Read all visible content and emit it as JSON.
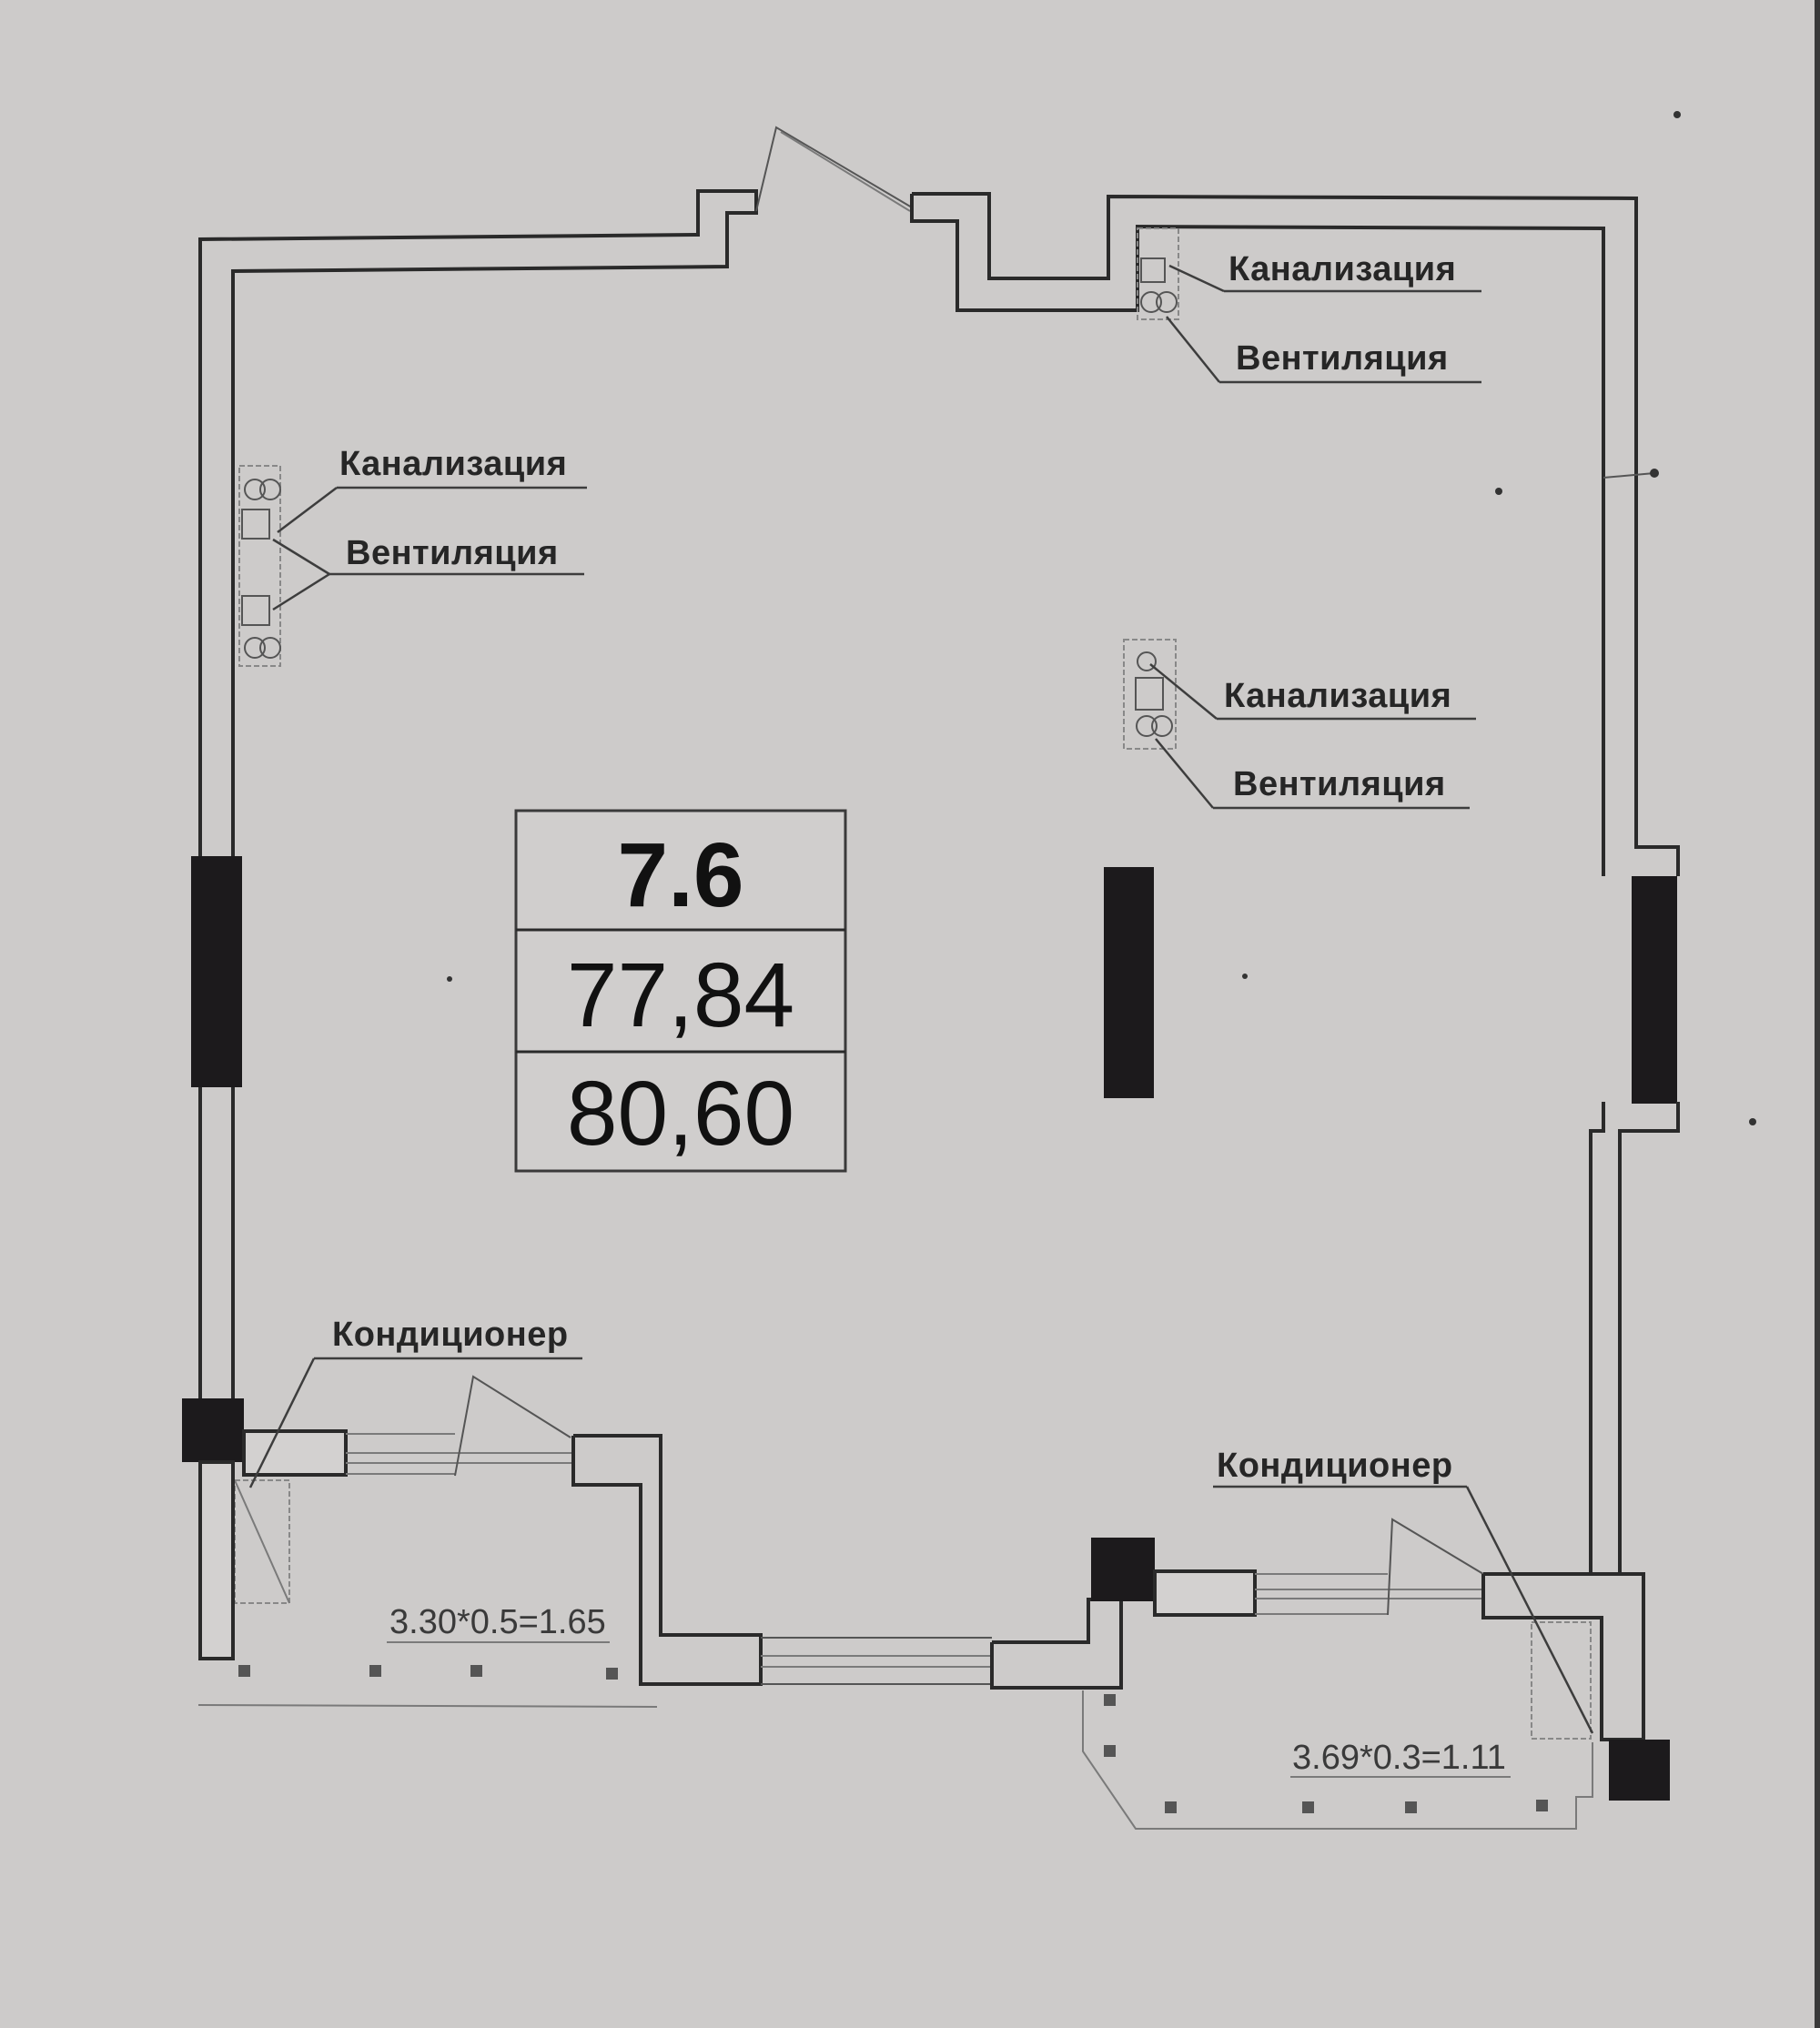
{
  "plan": {
    "title": "Apartment floor plan",
    "unit_table": {
      "unit_number": "7.6",
      "living_area": "77,84",
      "total_area": "80,60"
    },
    "utility_labels": [
      {
        "id": "top-right",
        "sewer": "Канализация",
        "ventilation": "Вентиляция"
      },
      {
        "id": "left",
        "sewer": "Канализация",
        "ventilation": "Вентиляция"
      },
      {
        "id": "center-right",
        "sewer": "Канализация",
        "ventilation": "Вентиляция"
      }
    ],
    "ac_labels": [
      {
        "id": "left-balcony",
        "text": "Кондиционер"
      },
      {
        "id": "right-balcony",
        "text": "Кондиционер"
      }
    ],
    "balconies": [
      {
        "id": "left",
        "area_formula": "3.30*0.5=1.65"
      },
      {
        "id": "right",
        "area_formula": "3.69*0.3=1.11"
      }
    ],
    "colors": {
      "paper": "#cdcbca",
      "lines": "#2a2a2a",
      "columns": "#1c1a1c"
    }
  }
}
